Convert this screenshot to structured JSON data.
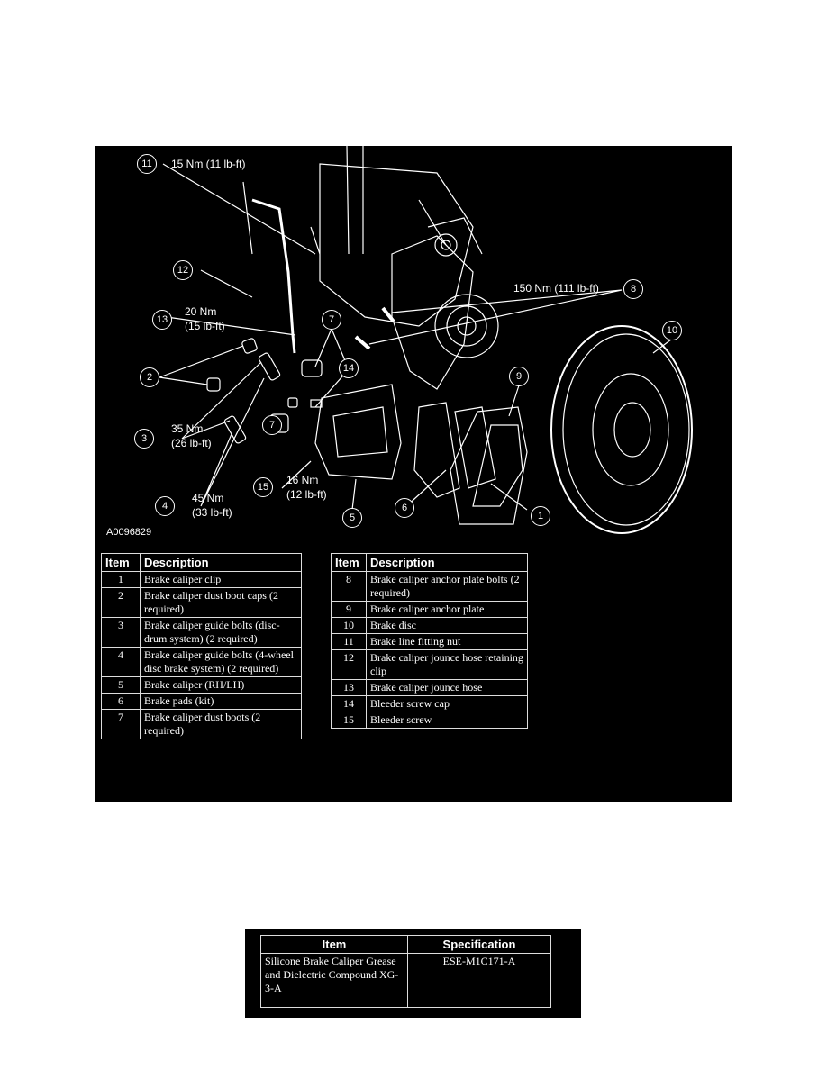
{
  "figure": {
    "id": "A0096829",
    "callouts": [
      {
        "n": "11",
        "t1": "15 Nm (11 lb-ft)"
      },
      {
        "n": "12"
      },
      {
        "n": "13",
        "t1": "20 Nm",
        "t2": "(15 lb-ft)"
      },
      {
        "n": "2"
      },
      {
        "n": "3",
        "t1": "35 Nm",
        "t2": "(26 lb-ft)"
      },
      {
        "n": "4",
        "t1": "45 Nm",
        "t2": "(33 lb-ft)"
      },
      {
        "n": "7"
      },
      {
        "n": "14"
      },
      {
        "n": "15",
        "t1": "16 Nm",
        "t2": "(12 lb-ft)"
      },
      {
        "n": "5"
      },
      {
        "n": "6"
      },
      {
        "n": "1"
      },
      {
        "n": "9"
      },
      {
        "n": "8",
        "t1": "150 Nm (111 lb-ft)"
      },
      {
        "n": "10"
      }
    ]
  },
  "legend": {
    "header_item": "Item",
    "header_desc": "Description",
    "left": [
      {
        "item": "1",
        "desc": "Brake caliper clip"
      },
      {
        "item": "2",
        "desc": "Brake caliper dust boot caps (2 required)"
      },
      {
        "item": "3",
        "desc": "Brake caliper guide bolts (disc-drum system) (2 required)"
      },
      {
        "item": "4",
        "desc": "Brake caliper guide bolts (4-wheel disc brake system) (2 required)"
      },
      {
        "item": "5",
        "desc": "Brake caliper (RH/LH)"
      },
      {
        "item": "6",
        "desc": "Brake pads (kit)"
      },
      {
        "item": "7",
        "desc": "Brake caliper dust boots (2 required)"
      }
    ],
    "right": [
      {
        "item": "8",
        "desc": "Brake caliper anchor plate bolts (2 required)"
      },
      {
        "item": "9",
        "desc": "Brake caliper anchor plate"
      },
      {
        "item": "10",
        "desc": "Brake disc"
      },
      {
        "item": "11",
        "desc": "Brake line fitting nut"
      },
      {
        "item": "12",
        "desc": "Brake caliper jounce hose retaining clip"
      },
      {
        "item": "13",
        "desc": "Brake caliper jounce hose"
      },
      {
        "item": "14",
        "desc": "Bleeder screw cap"
      },
      {
        "item": "15",
        "desc": "Bleeder screw"
      }
    ]
  },
  "spec_table": {
    "header_item": "Item",
    "header_spec": "Specification",
    "rows": [
      {
        "item": "Silicone Brake Caliper Grease and Dielectric Compound XG-3-A",
        "spec": "ESE-M1C171-A"
      }
    ]
  }
}
